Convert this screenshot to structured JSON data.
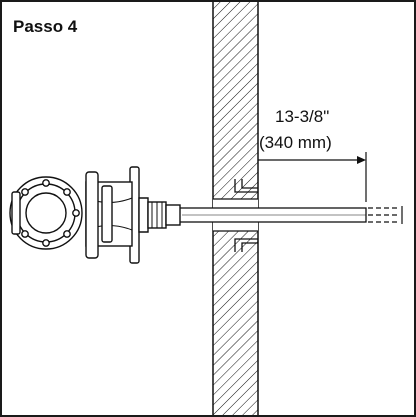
{
  "step": {
    "title": "Passo 4"
  },
  "dimension": {
    "imperial": "13-3/8\"",
    "metric": "(340 mm)"
  },
  "colors": {
    "ink": "#111111",
    "fill": "#ffffff"
  }
}
